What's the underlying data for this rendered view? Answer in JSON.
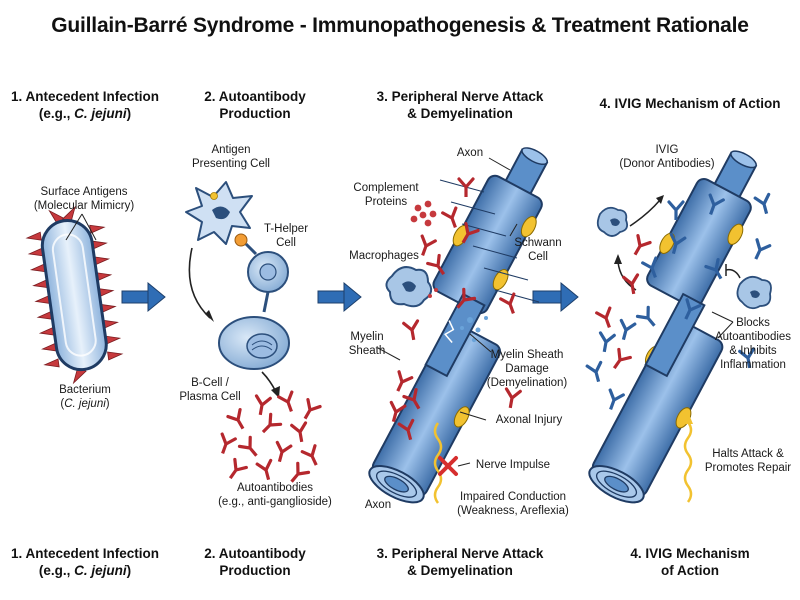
{
  "title": "Guillain-Barré Syndrome - Immunopathogenesis & Treatment Rationale",
  "stages_top": [
    {
      "line1": "1. Antecedent Infection",
      "line2_pre": "(e.g., ",
      "line2_it": "C. jejuni",
      "line2_post": ")"
    },
    {
      "line1": "2. Autoantibody",
      "line2": "Production"
    },
    {
      "line1": "3. Peripheral Nerve Attack",
      "line2": "& Demyelination"
    },
    {
      "line1": "4. IVIG Mechanism of Action",
      "line2": ""
    }
  ],
  "stages_bottom": [
    {
      "line1": "1. Antecedent Infection",
      "line2_pre": "(e.g., ",
      "line2_it": "C. jejuni",
      "line2_post": ")"
    },
    {
      "line1": "2. Autoantibody",
      "line2": "Production"
    },
    {
      "line1": "3. Peripheral Nerve Attack",
      "line2": "& Demyelination"
    },
    {
      "line1": "4. IVIG Mechanism",
      "line2": "of Action"
    }
  ],
  "panel1": {
    "surface_antigens": [
      "Surface Antigens",
      "(Molecular Mimicry)"
    ],
    "bacterium": "Bacterium",
    "bacterium_species": "C. jejuni"
  },
  "panel2": {
    "apc": [
      "Antigen",
      "Presenting Cell"
    ],
    "t_helper": [
      "T-Helper",
      "Cell"
    ],
    "b_cell": [
      "B-Cell /",
      "Plasma Cell"
    ],
    "autoantibodies": [
      "Autoantibodies",
      "(e.g., anti-ganglioside)"
    ]
  },
  "panel3": {
    "axon_top": "Axon",
    "complement": [
      "Complement",
      "Proteins"
    ],
    "schwann": [
      "Schwann",
      "Cell"
    ],
    "macrophages": "Macrophages",
    "myelin_sheath": [
      "Myelin",
      "Sheath"
    ],
    "myelin_damage": [
      "Myelin Sheath",
      "Damage",
      "(Demyelination)"
    ],
    "axonal_injury": "Axonal Injury",
    "nerve_impulse": "Nerve Impulse",
    "impaired": [
      "Impaired Conduction",
      "(Weakness, Areflexia)"
    ],
    "axon_bottom": "Axon"
  },
  "panel4": {
    "ivig": [
      "IVIG",
      "(Donor Antibodies)"
    ],
    "blocks": [
      "Blocks",
      "Autoantibodies",
      "& Inhibits",
      "Inflammation"
    ],
    "halts": [
      "Halts Attack &",
      "Promotes Repair"
    ]
  },
  "colors": {
    "nerve_blue": "#5b8fc9",
    "nerve_dark": "#2c4f7c",
    "myelin_light": "#9fc1e6",
    "schwann_yellow": "#f2c230",
    "antibody_red": "#b5282e",
    "antibody_blue": "#2e5f9e",
    "arrow_blue": "#2f6db5",
    "spike_red": "#c6393d"
  }
}
